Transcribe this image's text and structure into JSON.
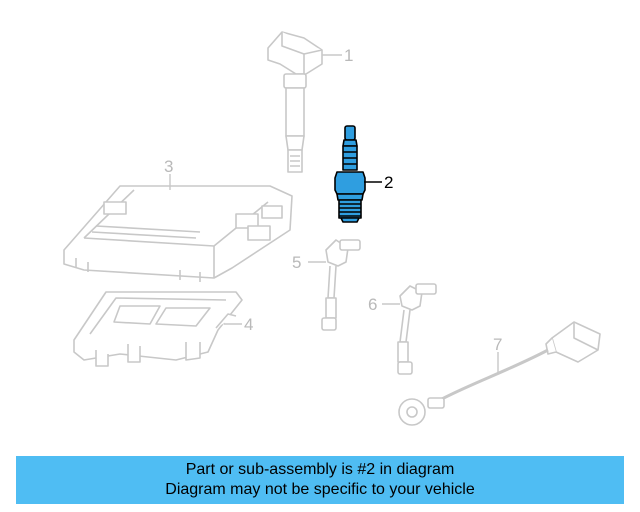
{
  "diagram": {
    "callouts": {
      "c1": "1",
      "c2": "2",
      "c3": "3",
      "c4": "4",
      "c5": "5",
      "c6": "6",
      "c7": "7"
    },
    "colors": {
      "faded_part": "#c8c8c8",
      "highlight_part": "#2f9ee0",
      "highlight_outline": "#000000",
      "banner": "#4fbdf3"
    }
  },
  "banner": {
    "line1": "Part or sub-assembly is #2 in diagram",
    "line2": "Diagram may not be specific to your vehicle"
  }
}
